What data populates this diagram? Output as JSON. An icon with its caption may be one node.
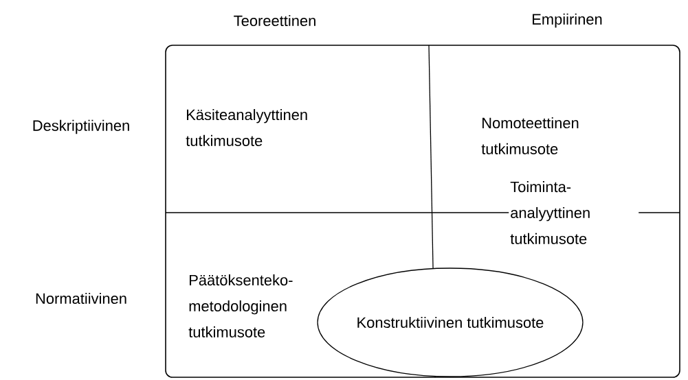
{
  "diagram": {
    "nodes": [
      {
        "text": [
          "Konstruktiivinen tutkimusote"
        ]
      }
    ],
    "labels": [
      "Teoreettinen",
      "Empiirinen",
      "Deskriptiivinen",
      "Käsiteanalyyttinen tutkimusote",
      "Nomoteettinen tutkimusote",
      "Toiminta-analyyttinen tutkimusote",
      "Normatiivinen",
      "Päätöksenteko-metodologinen tutkimusote"
    ]
  }
}
